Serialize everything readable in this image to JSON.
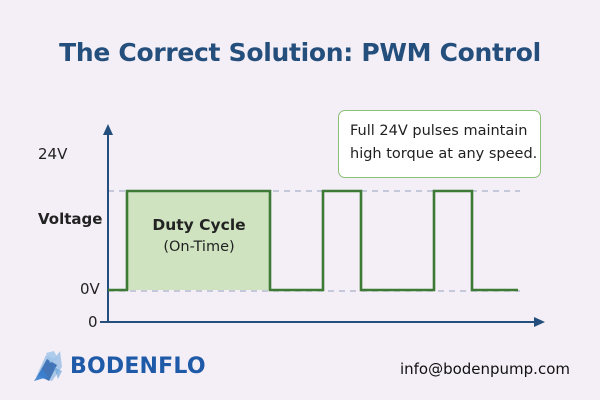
{
  "title": "The Correct Solution: PWM Control",
  "callout": {
    "line1": "Full 24V pulses maintain",
    "line2": "high torque at any speed."
  },
  "axis": {
    "label_24v": "24V",
    "label_voltage": "Voltage",
    "label_0v": "0V",
    "label_0": "0"
  },
  "duty": {
    "line1": "Duty Cycle",
    "line2": "(On-Time)"
  },
  "colors": {
    "signal": "#3d7a35",
    "duty_fill": "#cfe3c0",
    "axis": "#244f7c",
    "dashed": "#a9b2c6",
    "title": "#244f7c",
    "brand": "#1e5aa8"
  },
  "brand": {
    "icon": "bodenflo-logo-icon",
    "name": "BODENFLO"
  },
  "contact": {
    "email": "info@bodenpump.com"
  }
}
